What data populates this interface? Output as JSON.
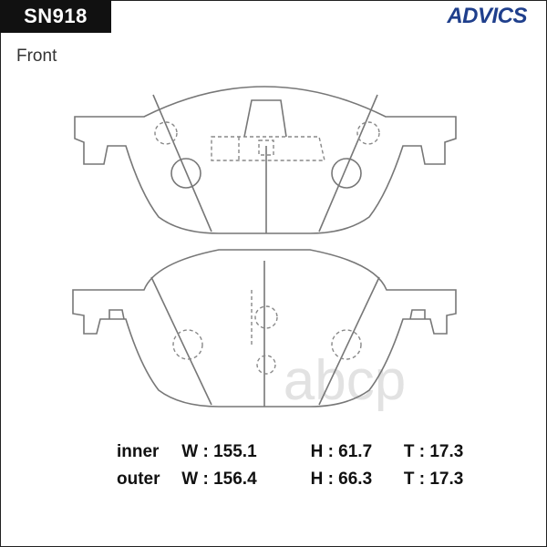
{
  "header": {
    "part_code": "SN918",
    "brand": "ADVICS"
  },
  "drawing": {
    "view_label": "Front",
    "watermark": "abcp",
    "line_color": "#777777",
    "dash_color": "#888888"
  },
  "specs": {
    "rows": [
      {
        "label": "inner",
        "w": "W : 155.1",
        "h": "H : 61.7",
        "t": "T : 17.3"
      },
      {
        "label": "outer",
        "w": "W : 156.4",
        "h": "H : 66.3",
        "t": "T : 17.3"
      }
    ]
  },
  "colors": {
    "tab_bg": "#111111",
    "brand": "#1f3f8c",
    "watermark": "#e2e2e2"
  }
}
